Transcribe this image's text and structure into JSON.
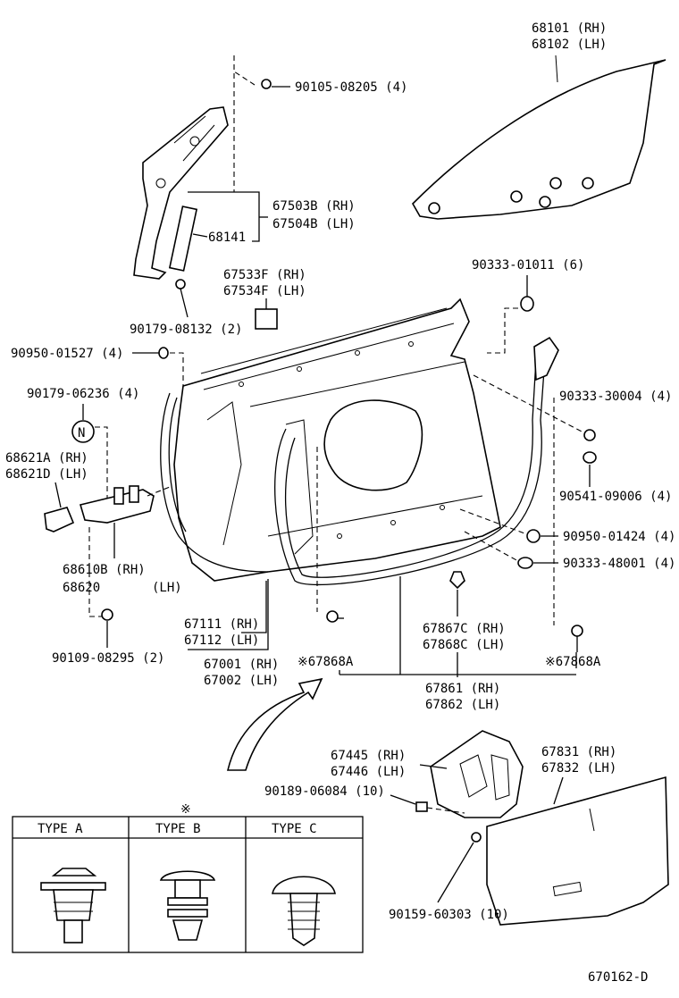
{
  "labels": {
    "glass_rh": "68101 (RH)",
    "glass_lh": "68102 (LH)",
    "bolt_90105": "90105-08205 (4)",
    "regulator_rh": "67503B (RH)",
    "regulator_lh": "67504B (LH)",
    "channel": "68141",
    "bracket_rh": "67533F (RH)",
    "bracket_lh": "67534F (LH)",
    "plug_90333_01011": "90333-01011 (6)",
    "bolt_90179_08132": "90179-08132 (2)",
    "grommet_90950_01527": "90950-01527 (4)",
    "bolt_90179_06236": "90179-06236 (4)",
    "nut_mark": "N",
    "check_rh": "68621A (RH)",
    "check_lh": "68621D (LH)",
    "plug_90333_30004": "90333-30004 (4)",
    "cushion_90541": "90541-09006 (4)",
    "grommet_90950_01424": "90950-01424 (4)",
    "plug_90333_48001": "90333-48001 (4)",
    "hinge_rh": "68610B (RH)",
    "hinge_lh": "68620",
    "hinge_lh_side": "(LH)",
    "weatherstrip_rh": "67111 (RH)",
    "weatherstrip_lh": "67112 (LH)",
    "clip_rh": "67867C (RH)",
    "clip_lh": "67868C (LH)",
    "bolt_90109": "90109-08295 (2)",
    "panel_rh": "67001 (RH)",
    "panel_lh": "67002 (LH)",
    "clip_a_left": "※67868A",
    "clip_a_right": "※67868A",
    "seal_rh": "67861 (RH)",
    "seal_lh": "67862 (LH)",
    "cover_rh": "67445 (RH)",
    "cover_lh": "67446 (LH)",
    "trim_rh": "67831 (RH)",
    "trim_lh": "67832 (LH)",
    "screw_90189": "90189-06084 (10)",
    "screw_90159": "90159-60303 (10)",
    "diagram_code": "670162-D"
  },
  "type_table": {
    "mark": "※",
    "headers": [
      "TYPE A",
      "TYPE B",
      "TYPE C"
    ]
  }
}
